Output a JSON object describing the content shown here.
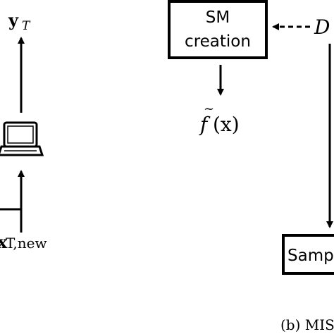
{
  "left_panel": {
    "output_var_main": "y",
    "output_var_sub": "T",
    "input_var_main": "x",
    "input_var_sub": "T,new"
  },
  "right_panel": {
    "box_top_line1": "SM",
    "box_top_line2": "creation",
    "input_label_main": "D",
    "output_label_f": "f",
    "output_label_tilde": "~",
    "output_label_args": "(x)",
    "box_bottom_label": "Samp",
    "caption": "(b) MIS"
  },
  "colors": {
    "stroke": "#000000",
    "background": "#ffffff"
  }
}
